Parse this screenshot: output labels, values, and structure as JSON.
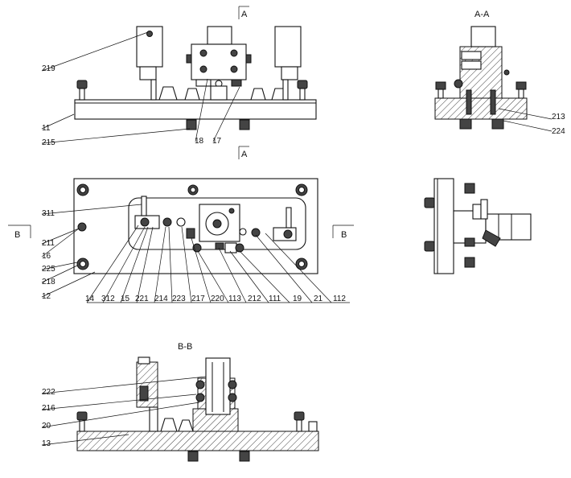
{
  "sections": {
    "aa_marker_top": "A",
    "aa_marker_bottom": "A",
    "aa_title": "A-A",
    "bb_marker_left": "B",
    "bb_marker_right": "B",
    "bb_title": "B-B"
  },
  "labels": {
    "l219": "219",
    "l11": "11",
    "l215": "215",
    "l18": "18",
    "l17": "17",
    "l213": "213",
    "l224": "224",
    "l311": "311",
    "l211": "211",
    "l16": "16",
    "l225": "225",
    "l218": "218",
    "l12": "12",
    "l14": "14",
    "l312": "312",
    "l15": "15",
    "l221": "221",
    "l214": "214",
    "l223": "223",
    "l217": "217",
    "l220": "220",
    "l113": "113",
    "l212": "212",
    "l111": "111",
    "l19": "19",
    "l21": "21",
    "l112": "112",
    "l222": "222",
    "l216": "216",
    "l20": "20",
    "l13": "13"
  }
}
